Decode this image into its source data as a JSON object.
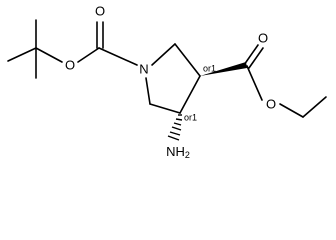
{
  "atoms": {
    "o_carbonyl_boc": "O",
    "o_ester_boc": "O",
    "n_ring": "N",
    "o_carbonyl_ester": "O",
    "o_ester_ethyl": "O",
    "nh2": "NH2"
  },
  "stereo_labels": {
    "c3": "or1",
    "c4": "or1"
  },
  "colors": {
    "bond": "#000000",
    "background": "#ffffff"
  }
}
